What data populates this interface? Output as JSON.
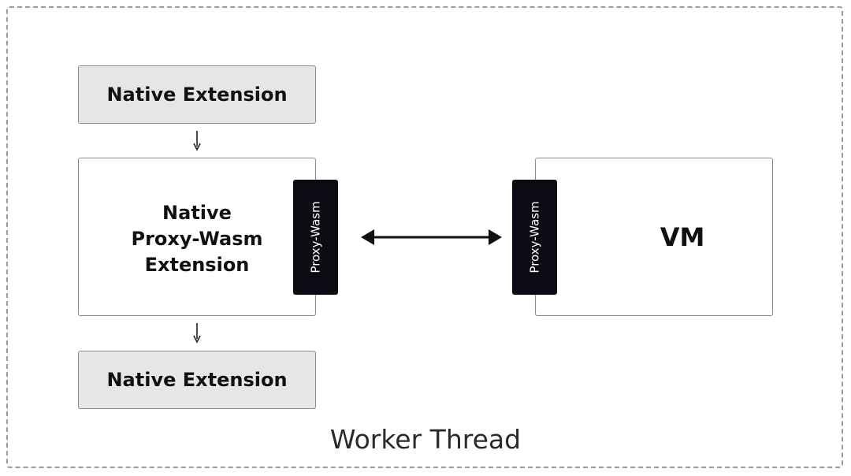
{
  "diagram": {
    "container_label": "Worker Thread",
    "top_extension": "Native Extension",
    "bottom_extension": "Native Extension",
    "main_extension": "Native\nProxy-Wasm\nExtension",
    "left_tab": "Proxy-Wasm",
    "right_tab": "Proxy-Wasm",
    "vm": "VM"
  },
  "colors": {
    "extension_fill": "#e6e6e6",
    "tab_fill": "#0b0b14",
    "border": "#8c8c8c",
    "dashed_frame": "#9a9a9a"
  },
  "icons": {
    "flow_arrows": "down-arrow-icon",
    "bidirectional": "double-headed-arrow-icon"
  }
}
